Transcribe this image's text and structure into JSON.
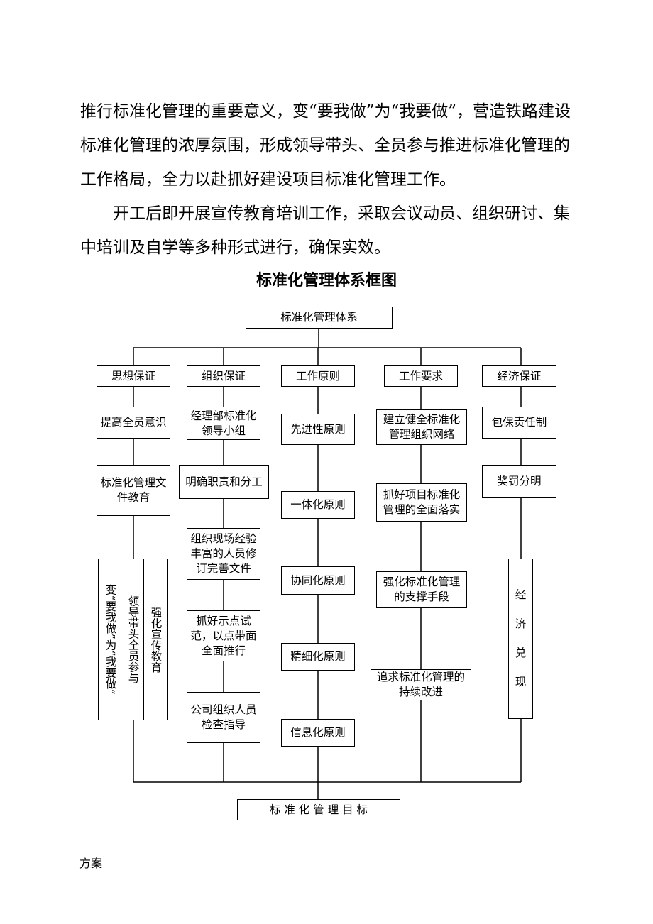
{
  "document": {
    "paragraphs": [
      "推行标准化管理的重要意义，变“要我做”为“我要做”，营造铁路建设标准化管理的浓厚氛围，形成领导带头、全员参与推进标准化管理的工作格局，全力以赴抓好建设项目标准化管理工作。",
      "开工后即开展宣传教育培训工作，采取会议动员、组织研讨、集中培训及自学等多种形式进行，确保实效。"
    ],
    "diagram_title": "标准化管理体系框图",
    "footer": "方案"
  },
  "diagram": {
    "root": "标准化管理体系",
    "goal": "标 准 化 管 理 目 标",
    "columns": [
      {
        "header": "思想保证",
        "items": [
          "提高全员意识",
          "标准化管理文件教育"
        ],
        "vertical_items": [
          "变“要我做”为“我要做”",
          "领导带头全员参与",
          "强化宣传教育"
        ]
      },
      {
        "header": "组织保证",
        "items": [
          "经理部标准化领导小组",
          "明确职责和分工",
          "组织现场经验丰富的人员修订完善文件",
          "抓好示点试范，以点带面全面推行",
          "公司组织人员检查指导"
        ]
      },
      {
        "header": "工作原则",
        "items": [
          "先进性原则",
          "一体化原则",
          "协同化原则",
          "精细化原则",
          "信息化原则"
        ]
      },
      {
        "header": "工作要求",
        "items": [
          "建立健全标准化管理组织网络",
          "抓好项目标准化管理的全面落实",
          "强化标准化管理的支撑手段",
          "追求标准化管理的持续改进"
        ]
      },
      {
        "header": "经济保证",
        "items": [
          "包保责任制",
          "奖罚分明"
        ],
        "vertical_text": "经济兑现"
      }
    ]
  }
}
